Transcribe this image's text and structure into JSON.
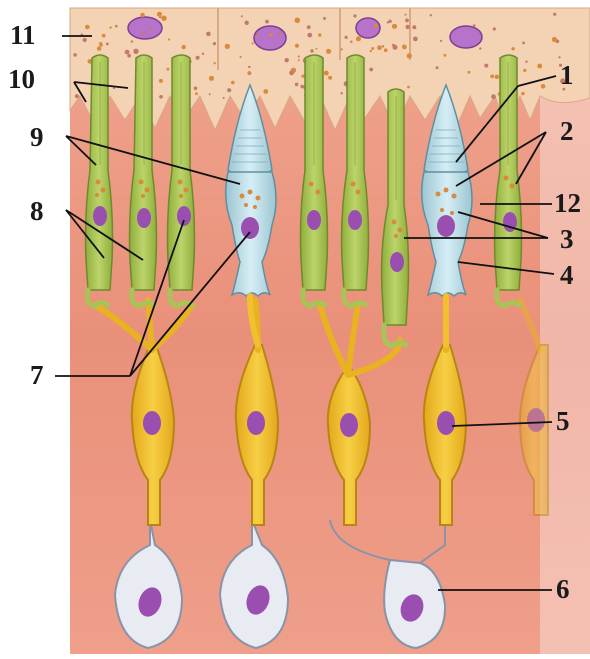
{
  "figure": {
    "description_labels": [
      "1",
      "2",
      "3",
      "4",
      "5",
      "6",
      "7",
      "8",
      "9",
      "10",
      "11",
      "12"
    ],
    "colors": {
      "tissue": "#e9907a",
      "tissue_dark": "#cf6e5c",
      "pigment_layer": "#f3cfb1",
      "rod": "#a9c456",
      "rod_outline": "#6f8a2b",
      "cone": "#b8dbe6",
      "cone_outline": "#5f8fa0",
      "bipolar": "#f2c02c",
      "bipolar_outline": "#b78612",
      "ganglion": "#e8ebf1",
      "ganglion_outline": "#8a93a8",
      "nucleus": "#9a4fb0",
      "granule": "#d98a3a",
      "label_line": "#111111"
    }
  },
  "labels": {
    "l1": "1",
    "l2": "2",
    "l3": "3",
    "l4": "4",
    "l5": "5",
    "l6": "6",
    "l7": "7",
    "l8": "8",
    "l9": "9",
    "l10": "10",
    "l11": "11",
    "l12": "12"
  }
}
